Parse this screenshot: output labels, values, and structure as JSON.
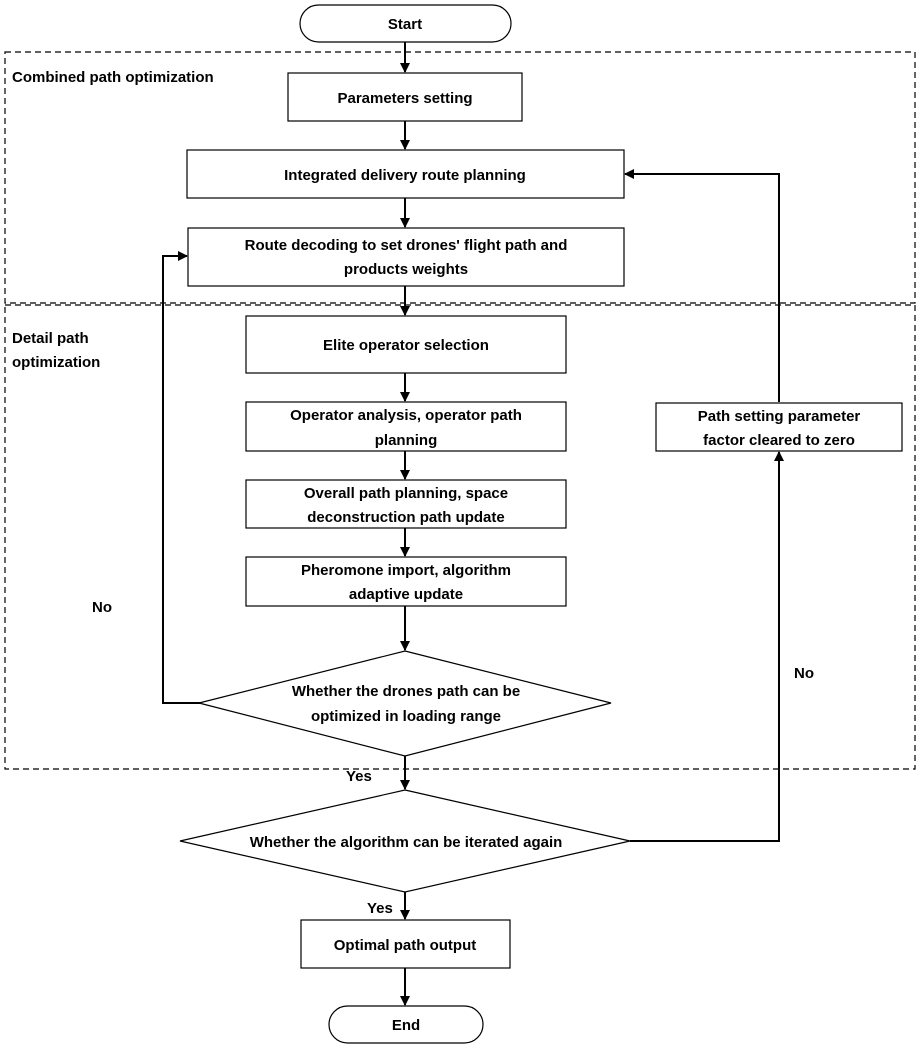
{
  "diagram": {
    "groups": {
      "combined": {
        "label": "Combined path optimization"
      },
      "detail": {
        "label_line1": "Detail path",
        "label_line2": "optimization"
      }
    },
    "nodes": {
      "start": {
        "label": "Start"
      },
      "params": {
        "label": "Parameters setting"
      },
      "integrated": {
        "label": "Integrated delivery route planning"
      },
      "decoding": {
        "line1": "Route decoding to set drones' flight path and",
        "line2": "products weights"
      },
      "elite": {
        "label": "Elite operator selection"
      },
      "operator": {
        "line1": "Operator analysis,   operator path",
        "line2": "planning"
      },
      "overall": {
        "line1": "Overall path planning, space",
        "line2": "deconstruction path update"
      },
      "pheromone": {
        "line1": "Pheromone import, algorithm",
        "line2": "adaptive update"
      },
      "decision1": {
        "line1": "Whether the drones path can be",
        "line2": "optimized in loading range"
      },
      "decision2": {
        "label": "Whether the algorithm can be iterated again"
      },
      "output": {
        "label": "Optimal path output"
      },
      "end": {
        "label": "End"
      },
      "reset": {
        "line1": "Path setting parameter",
        "line2": "factor cleared to zero"
      }
    },
    "edge_labels": {
      "no_left": "No",
      "no_right": "No",
      "yes_1": "Yes",
      "yes_2": "Yes"
    }
  }
}
